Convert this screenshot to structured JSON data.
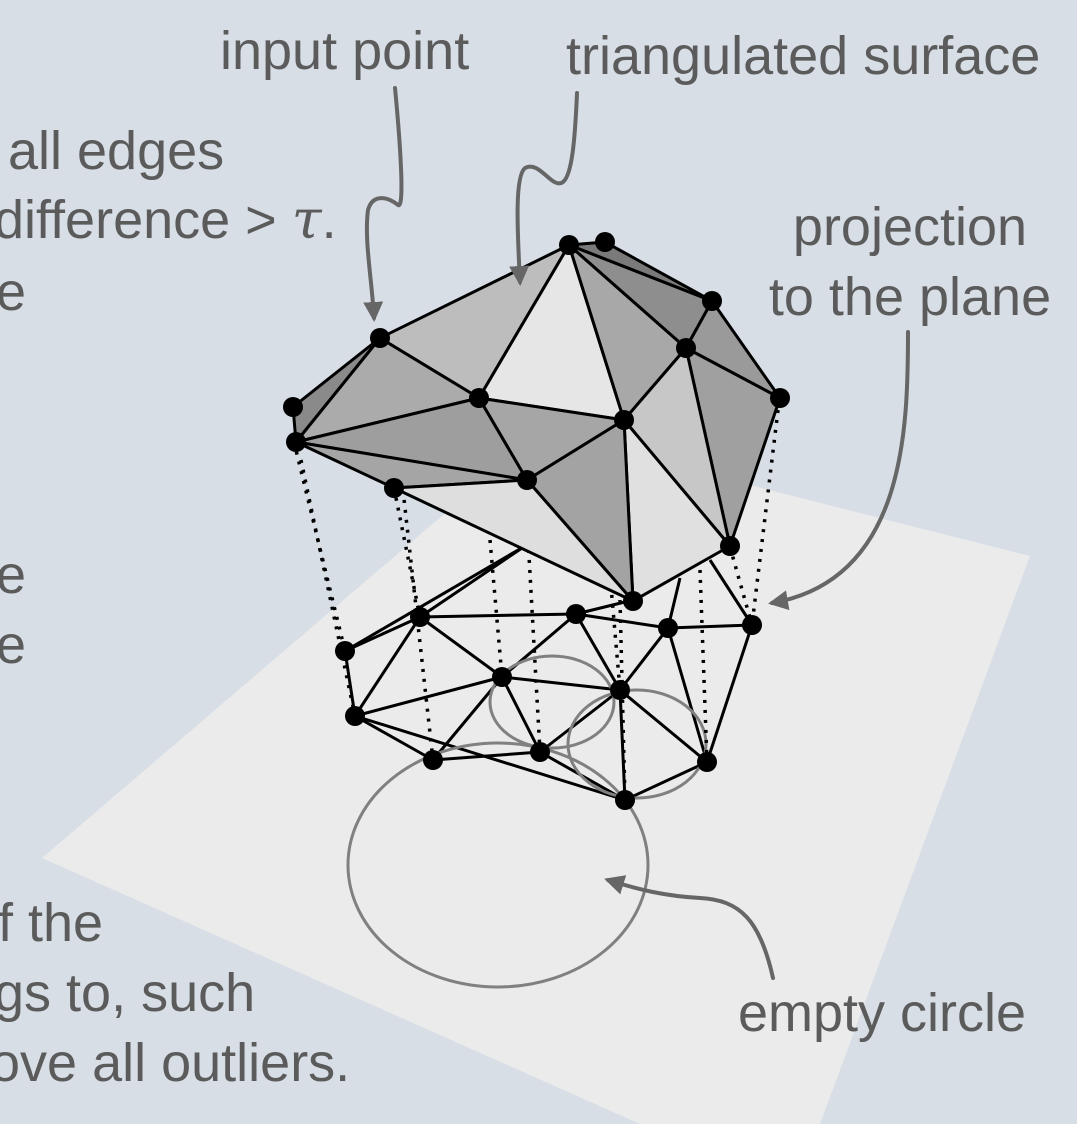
{
  "labels": {
    "input_point": "input point",
    "triangulated_surface": "triangulated surface",
    "projection_line1": "projection",
    "projection_line2": "to the plane",
    "empty_circle": "empty circle"
  },
  "left_text": {
    "line1": "all edges",
    "line2_pre": "difference > ",
    "line2_tau": "τ",
    "line2_post": ".",
    "line3": "e",
    "line4": "e",
    "line5": "e",
    "line6": "f the",
    "line7": "gs to, such",
    "line8": "ove all outliers."
  },
  "colors": {
    "background": "#d7dee6",
    "plane": "#ebebeb",
    "text": "#5b5b5b",
    "arrow": "#666666",
    "circle": "#808080"
  }
}
